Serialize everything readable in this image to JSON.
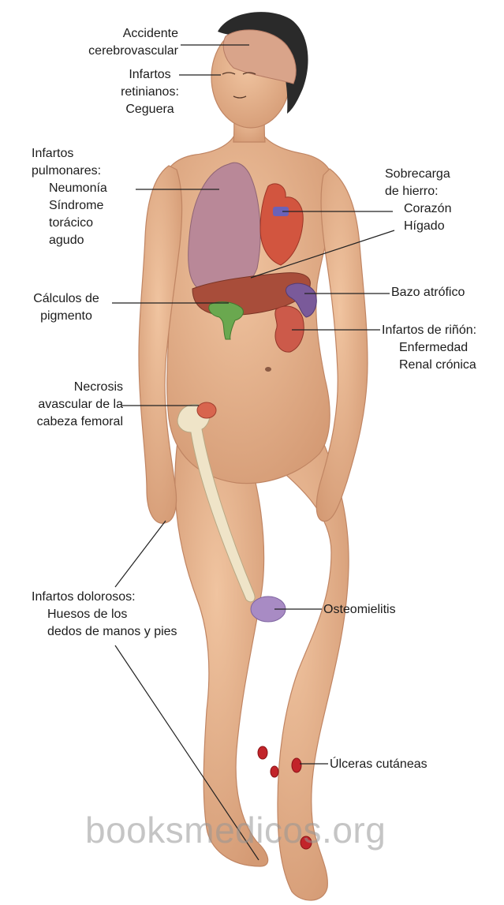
{
  "colors": {
    "skin": "#e8b590",
    "skin_shadow": "#c98e69",
    "hair": "#2a2a2a",
    "lung": "#b98898",
    "heart": "#d2553f",
    "liver": "#a84d3a",
    "spleen": "#7a5a9a",
    "kidney": "#cc5a4a",
    "gallbladder": "#6aa84f",
    "bone": "#efe4c8",
    "osteomyelitis": "#a88bc4",
    "ulcer": "#c2242a",
    "leader_line": "#222222"
  },
  "labels": {
    "stroke": [
      "Accidente",
      "cerebrovascular"
    ],
    "retina": [
      "Infartos",
      "retinianos:",
      "Ceguera"
    ],
    "lung": [
      "Infartos",
      "pulmonares:",
      "Neumonía",
      "Síndrome",
      "torácico",
      "agudo"
    ],
    "iron": [
      "Sobrecarga",
      "de hierro:",
      "Corazón",
      "Hígado"
    ],
    "gallstones": [
      "Cálculos de",
      "pigmento"
    ],
    "spleen": [
      "Bazo atrófico"
    ],
    "kidney": [
      "Infartos de riñón:",
      "Enfermedad",
      "Renal crónica"
    ],
    "femoral": [
      "Necrosis",
      "avascular de la",
      "cabeza femoral"
    ],
    "painful": [
      "Infartos dolorosos:",
      "Huesos de los",
      "dedos de manos y pies"
    ],
    "osteo": [
      "Osteomielitis"
    ],
    "ulcers": [
      "Úlceras cutáneas"
    ]
  },
  "watermark": "booksmedicos.org"
}
